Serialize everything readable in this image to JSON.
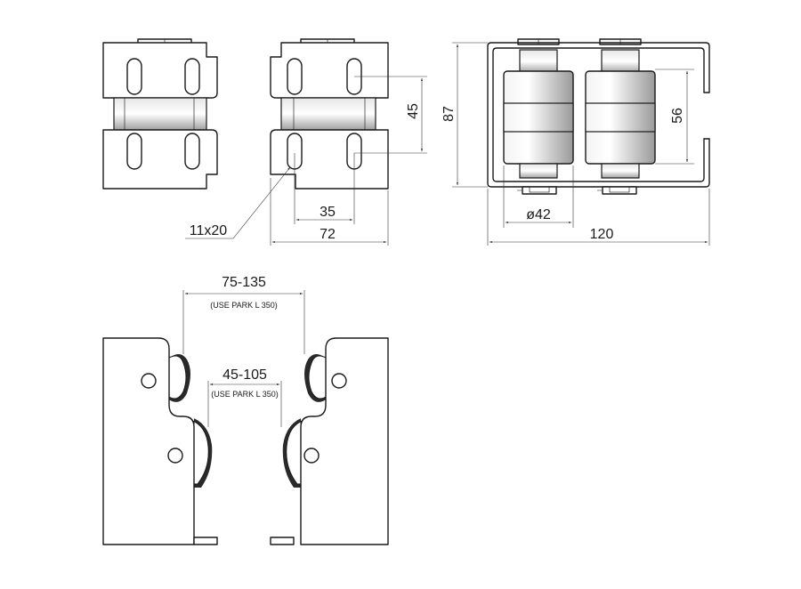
{
  "colors": {
    "line": "#1a1a1a",
    "shade": "#bdbdbd",
    "background": "#ffffff"
  },
  "dimensions": {
    "slot_size": "11x20",
    "slot_spacing": "35",
    "bracket_width": "72",
    "slot_vertical_spacing": "45",
    "overall_height": "87",
    "roller_spacing": "56",
    "wheel_diameter": "ø42",
    "overall_length": "120",
    "max_range": "75-135",
    "max_range_note": "(USE PARK L 350)",
    "min_range": "45-105",
    "min_range_note": "(USE PARK L 350)"
  }
}
